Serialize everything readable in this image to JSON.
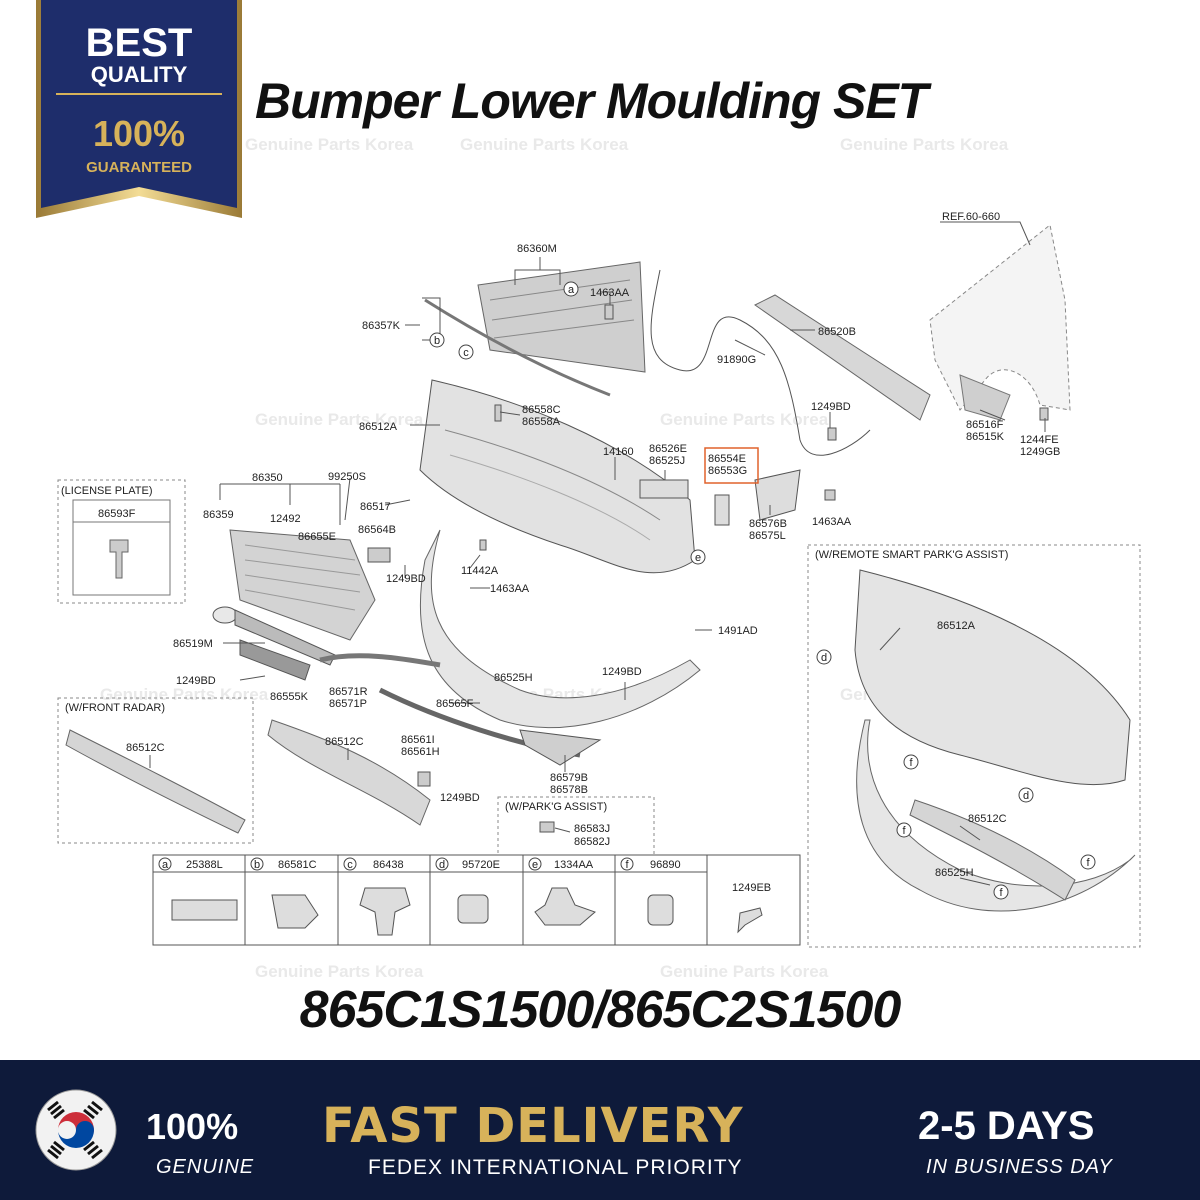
{
  "badge": {
    "line1": "BEST",
    "line2": "QUALITY",
    "line3": "100%",
    "line4": "GUARANTEED"
  },
  "title": "Bumper Lower Moulding SET",
  "watermark": "Genuine Parts Korea",
  "part_numbers": "865C1S1500/865C2S1500",
  "diagram": {
    "labels": {
      "p86360M": "86360M",
      "p1463AA_top": "1463AA",
      "p86357K": "86357K",
      "p91890G": "91890G",
      "p86520B": "86520B",
      "ref": "REF.60-660",
      "p86558C": "86558C",
      "p86558A": "86558A",
      "p86512A": "86512A",
      "p1249BD_a": "1249BD",
      "p86516F": "86516F",
      "p86515K": "86515K",
      "p1244FE": "1244FE",
      "p1249GB": "1249GB",
      "p14160": "14160",
      "p86526E": "86526E",
      "p86525J": "86525J",
      "p86554E": "86554E",
      "p86553G": "86553G",
      "p86350": "86350",
      "p99250S": "99250S",
      "p86359": "86359",
      "p12492": "12492",
      "p86655E": "86655E",
      "p86517": "86517",
      "p86564B": "86564B",
      "p86576B": "86576B",
      "p86575L": "86575L",
      "p1463AA_r": "1463AA",
      "p1249BD_b": "1249BD",
      "p11442A": "11442A",
      "p1463AA_m": "1463AA",
      "p86519M": "86519M",
      "p1491AD": "1491AD",
      "p1249BD_c": "1249BD",
      "p86555K": "86555K",
      "p86571R": "86571R",
      "p86571P": "86571P",
      "p86525H": "86525H",
      "p1249BD_d": "1249BD",
      "p86565F": "86565F",
      "p86512C_a": "86512C",
      "p86512C_b": "86512C",
      "p86561I": "86561I",
      "p86561H": "86561H",
      "p1249BD_e": "1249BD",
      "p86579B": "86579B",
      "p86578B": "86578B",
      "p86583J": "86583J",
      "p86582J": "86582J",
      "p86593F": "86593F",
      "r_86512A": "86512A",
      "r_86512C": "86512C",
      "r_86525H": "86525H"
    },
    "boxes": {
      "license": "(LICENSE PLATE)",
      "front_radar": "(W/FRONT RADAR)",
      "park_assist": "(W/PARK'G ASSIST)",
      "remote_smart": "(W/REMOTE SMART PARK'G ASSIST)"
    },
    "legend": [
      {
        "key": "a",
        "part": "25388L"
      },
      {
        "key": "b",
        "part": "86581C"
      },
      {
        "key": "c",
        "part": "86438"
      },
      {
        "key": "d",
        "part": "95720E"
      },
      {
        "key": "e",
        "part": "1334AA"
      },
      {
        "key": "f",
        "part": "96890"
      },
      {
        "key": "",
        "part": "1249EB"
      }
    ],
    "callouts": {
      "a": "a",
      "b": "b",
      "c": "c",
      "d": "d",
      "e": "e",
      "f": "f"
    }
  },
  "footer": {
    "genuine_pct": "100%",
    "genuine_label": "GENUINE",
    "fast_delivery": "FAST DELIVERY",
    "fedex": "FEDEX INTERNATIONAL PRIORITY",
    "days": "2-5 DAYS",
    "business_day": "IN BUSINESS DAY"
  },
  "colors": {
    "navy": "#0e1a3a",
    "badge_navy": "#1e2d6b",
    "gold": "#d7b25a",
    "highlight_box": "#e0622c"
  }
}
